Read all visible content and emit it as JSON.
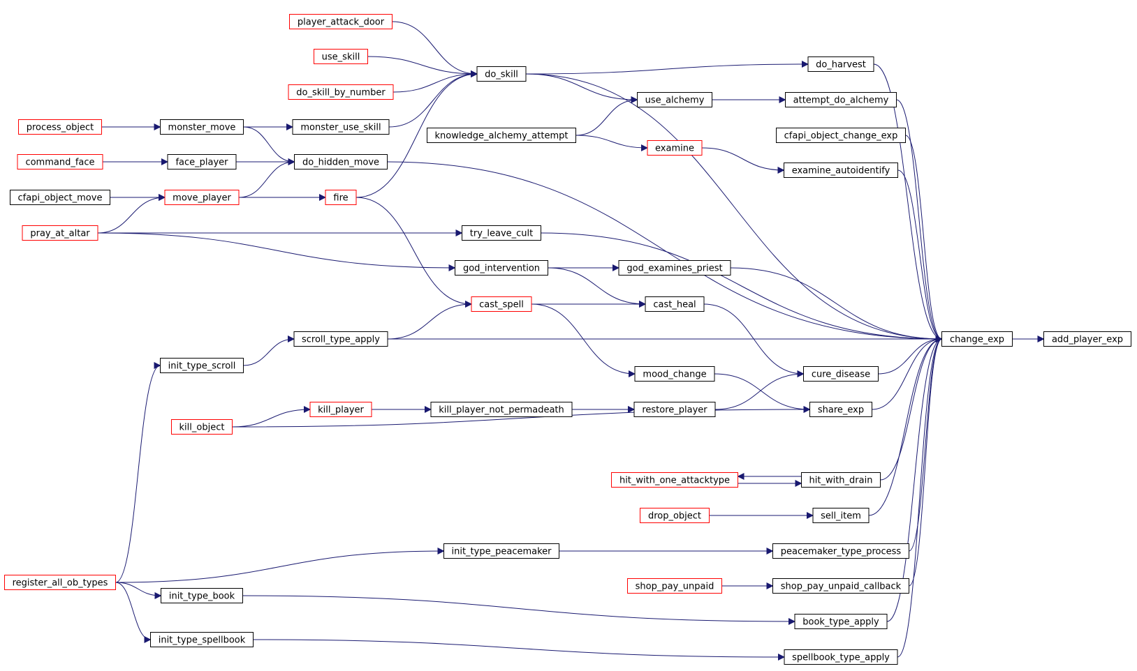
{
  "colors": {
    "edge": "#191970",
    "node_border": "#000000",
    "node_truncated_border": "#ff0000",
    "root_fill": "#bfbfbf",
    "background": "#ffffff"
  },
  "nodes": {
    "add_player_exp": {
      "label": "add_player_exp",
      "style": "root"
    },
    "change_exp": {
      "label": "change_exp",
      "style": "normal"
    },
    "do_harvest": {
      "label": "do_harvest",
      "style": "normal"
    },
    "attempt_do_alchemy": {
      "label": "attempt_do_alchemy",
      "style": "normal"
    },
    "cfapi_object_change_exp": {
      "label": "cfapi_object_change_exp",
      "style": "normal"
    },
    "examine_autoidentify": {
      "label": "examine_autoidentify",
      "style": "normal"
    },
    "cure_disease": {
      "label": "cure_disease",
      "style": "normal"
    },
    "share_exp": {
      "label": "share_exp",
      "style": "normal"
    },
    "hit_with_drain": {
      "label": "hit_with_drain",
      "style": "normal"
    },
    "sell_item": {
      "label": "sell_item",
      "style": "normal"
    },
    "peacemaker_type_process": {
      "label": "peacemaker_type_process",
      "style": "normal"
    },
    "shop_pay_unpaid_callback": {
      "label": "shop_pay_unpaid_callback",
      "style": "normal"
    },
    "book_type_apply": {
      "label": "book_type_apply",
      "style": "normal"
    },
    "spellbook_type_apply": {
      "label": "spellbook_type_apply",
      "style": "normal"
    },
    "use_alchemy": {
      "label": "use_alchemy",
      "style": "normal"
    },
    "examine": {
      "label": "examine",
      "style": "truncated"
    },
    "god_examines_priest": {
      "label": "god_examines_priest",
      "style": "normal"
    },
    "cast_heal": {
      "label": "cast_heal",
      "style": "normal"
    },
    "mood_change": {
      "label": "mood_change",
      "style": "normal"
    },
    "restore_player": {
      "label": "restore_player",
      "style": "normal"
    },
    "hit_with_one_attacktype": {
      "label": "hit_with_one_attacktype",
      "style": "truncated"
    },
    "drop_object": {
      "label": "drop_object",
      "style": "truncated"
    },
    "shop_pay_unpaid": {
      "label": "shop_pay_unpaid",
      "style": "truncated"
    },
    "do_skill": {
      "label": "do_skill",
      "style": "normal"
    },
    "knowledge_alchemy_attempt": {
      "label": "knowledge_alchemy_attempt",
      "style": "normal"
    },
    "try_leave_cult": {
      "label": "try_leave_cult",
      "style": "normal"
    },
    "god_intervention": {
      "label": "god_intervention",
      "style": "normal"
    },
    "cast_spell": {
      "label": "cast_spell",
      "style": "truncated"
    },
    "kill_player_not_permadeath": {
      "label": "kill_player_not_permadeath",
      "style": "normal"
    },
    "init_type_peacemaker": {
      "label": "init_type_peacemaker",
      "style": "normal"
    },
    "player_attack_door": {
      "label": "player_attack_door",
      "style": "truncated"
    },
    "use_skill": {
      "label": "use_skill",
      "style": "truncated"
    },
    "do_skill_by_number": {
      "label": "do_skill_by_number",
      "style": "truncated"
    },
    "monster_use_skill": {
      "label": "monster_use_skill",
      "style": "normal"
    },
    "do_hidden_move": {
      "label": "do_hidden_move",
      "style": "normal"
    },
    "fire": {
      "label": "fire",
      "style": "truncated"
    },
    "scroll_type_apply": {
      "label": "scroll_type_apply",
      "style": "normal"
    },
    "kill_player": {
      "label": "kill_player",
      "style": "truncated"
    },
    "monster_move": {
      "label": "monster_move",
      "style": "normal"
    },
    "face_player": {
      "label": "face_player",
      "style": "normal"
    },
    "move_player": {
      "label": "move_player",
      "style": "truncated"
    },
    "init_type_scroll": {
      "label": "init_type_scroll",
      "style": "normal"
    },
    "kill_object": {
      "label": "kill_object",
      "style": "truncated"
    },
    "init_type_book": {
      "label": "init_type_book",
      "style": "normal"
    },
    "init_type_spellbook": {
      "label": "init_type_spellbook",
      "style": "normal"
    },
    "process_object": {
      "label": "process_object",
      "style": "truncated"
    },
    "command_face": {
      "label": "command_face",
      "style": "truncated"
    },
    "cfapi_object_move": {
      "label": "cfapi_object_move",
      "style": "normal"
    },
    "pray_at_altar": {
      "label": "pray_at_altar",
      "style": "truncated"
    },
    "register_all_ob_types": {
      "label": "register_all_ob_types",
      "style": "truncated"
    }
  },
  "edges": [
    [
      "change_exp",
      "add_player_exp"
    ],
    [
      "do_skill",
      "change_exp"
    ],
    [
      "do_harvest",
      "change_exp"
    ],
    [
      "attempt_do_alchemy",
      "change_exp"
    ],
    [
      "cfapi_object_change_exp",
      "change_exp"
    ],
    [
      "examine_autoidentify",
      "change_exp"
    ],
    [
      "do_hidden_move",
      "change_exp"
    ],
    [
      "try_leave_cult",
      "change_exp"
    ],
    [
      "god_examines_priest",
      "change_exp"
    ],
    [
      "scroll_type_apply",
      "change_exp"
    ],
    [
      "cure_disease",
      "change_exp"
    ],
    [
      "share_exp",
      "change_exp"
    ],
    [
      "hit_with_drain",
      "change_exp"
    ],
    [
      "sell_item",
      "change_exp"
    ],
    [
      "peacemaker_type_process",
      "change_exp"
    ],
    [
      "shop_pay_unpaid_callback",
      "change_exp"
    ],
    [
      "book_type_apply",
      "change_exp"
    ],
    [
      "spellbook_type_apply",
      "change_exp"
    ],
    [
      "do_skill",
      "do_harvest"
    ],
    [
      "use_alchemy",
      "attempt_do_alchemy"
    ],
    [
      "examine",
      "examine_autoidentify"
    ],
    [
      "cast_heal",
      "cure_disease"
    ],
    [
      "restore_player",
      "cure_disease"
    ],
    [
      "mood_change",
      "share_exp"
    ],
    [
      "kill_object",
      "share_exp"
    ],
    [
      "hit_with_one_attacktype",
      "hit_with_drain"
    ],
    [
      "hit_with_drain",
      "hit_with_one_attacktype"
    ],
    [
      "drop_object",
      "sell_item"
    ],
    [
      "init_type_peacemaker",
      "peacemaker_type_process"
    ],
    [
      "shop_pay_unpaid",
      "shop_pay_unpaid_callback"
    ],
    [
      "init_type_book",
      "book_type_apply"
    ],
    [
      "init_type_spellbook",
      "spellbook_type_apply"
    ],
    [
      "do_skill",
      "use_alchemy"
    ],
    [
      "knowledge_alchemy_attempt",
      "use_alchemy"
    ],
    [
      "knowledge_alchemy_attempt",
      "examine"
    ],
    [
      "god_intervention",
      "god_examines_priest"
    ],
    [
      "god_intervention",
      "cast_heal"
    ],
    [
      "cast_spell",
      "cast_heal"
    ],
    [
      "cast_spell",
      "mood_change"
    ],
    [
      "kill_player",
      "restore_player"
    ],
    [
      "kill_player_not_permadeath",
      "restore_player"
    ],
    [
      "player_attack_door",
      "do_skill"
    ],
    [
      "use_skill",
      "do_skill"
    ],
    [
      "do_skill_by_number",
      "do_skill"
    ],
    [
      "monster_use_skill",
      "do_skill"
    ],
    [
      "fire",
      "do_skill"
    ],
    [
      "pray_at_altar",
      "try_leave_cult"
    ],
    [
      "pray_at_altar",
      "god_intervention"
    ],
    [
      "fire",
      "cast_spell"
    ],
    [
      "scroll_type_apply",
      "cast_spell"
    ],
    [
      "kill_player",
      "kill_player_not_permadeath"
    ],
    [
      "register_all_ob_types",
      "init_type_peacemaker"
    ],
    [
      "monster_move",
      "monster_use_skill"
    ],
    [
      "monster_move",
      "do_hidden_move"
    ],
    [
      "face_player",
      "do_hidden_move"
    ],
    [
      "move_player",
      "do_hidden_move"
    ],
    [
      "move_player",
      "fire"
    ],
    [
      "init_type_scroll",
      "scroll_type_apply"
    ],
    [
      "kill_object",
      "kill_player"
    ],
    [
      "process_object",
      "monster_move"
    ],
    [
      "command_face",
      "face_player"
    ],
    [
      "cfapi_object_move",
      "move_player"
    ],
    [
      "pray_at_altar",
      "move_player"
    ],
    [
      "register_all_ob_types",
      "init_type_scroll"
    ],
    [
      "register_all_ob_types",
      "init_type_book"
    ],
    [
      "register_all_ob_types",
      "init_type_spellbook"
    ]
  ]
}
